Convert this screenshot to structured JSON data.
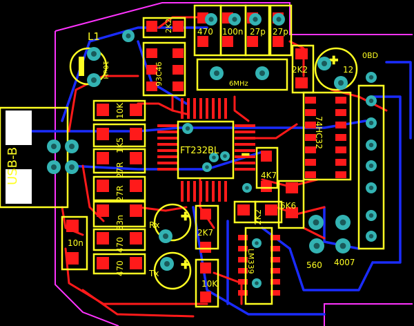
{
  "board": {
    "colors": {
      "background": "#000000",
      "outline": "#ff33ff",
      "copper_top": "#ff1a1a",
      "copper_bottom": "#1a2cff",
      "silkscreen": "#ffff22",
      "pad_ring": "#33b3b3",
      "drill": "#1a5a5a"
    }
  },
  "labels": {
    "l1": "L1",
    "l1_value": "10uH",
    "r2k2_top": "2K2",
    "c470": "470",
    "c100n": "100n",
    "c27p_a": "27p",
    "c27p_b": "27p",
    "ic_93c46": "93C46",
    "crystal": "6MHz",
    "r2k2_right": "2K2",
    "reg_12": "12",
    "conn_0bd": "0BD",
    "usb": "USB-B",
    "r10k": "10K",
    "r1k5": "1K5",
    "r27r_a": "27R",
    "r27r_b": "27R",
    "c33n": "33n",
    "r470_a": "470",
    "r470_b": "470",
    "ic_ft": "FT232BL",
    "ic_74hc32": "74HC32",
    "r4k7": "4K7",
    "r2k2_mid": "2K2",
    "r6k6": "6K6",
    "led_rx": "Rx",
    "led_tx": "Tx",
    "r2k7": "2K7",
    "r10k_b": "10K",
    "c10n": "10n",
    "ic_lm339": "LM339",
    "t560": "560",
    "t4007": "4007"
  }
}
